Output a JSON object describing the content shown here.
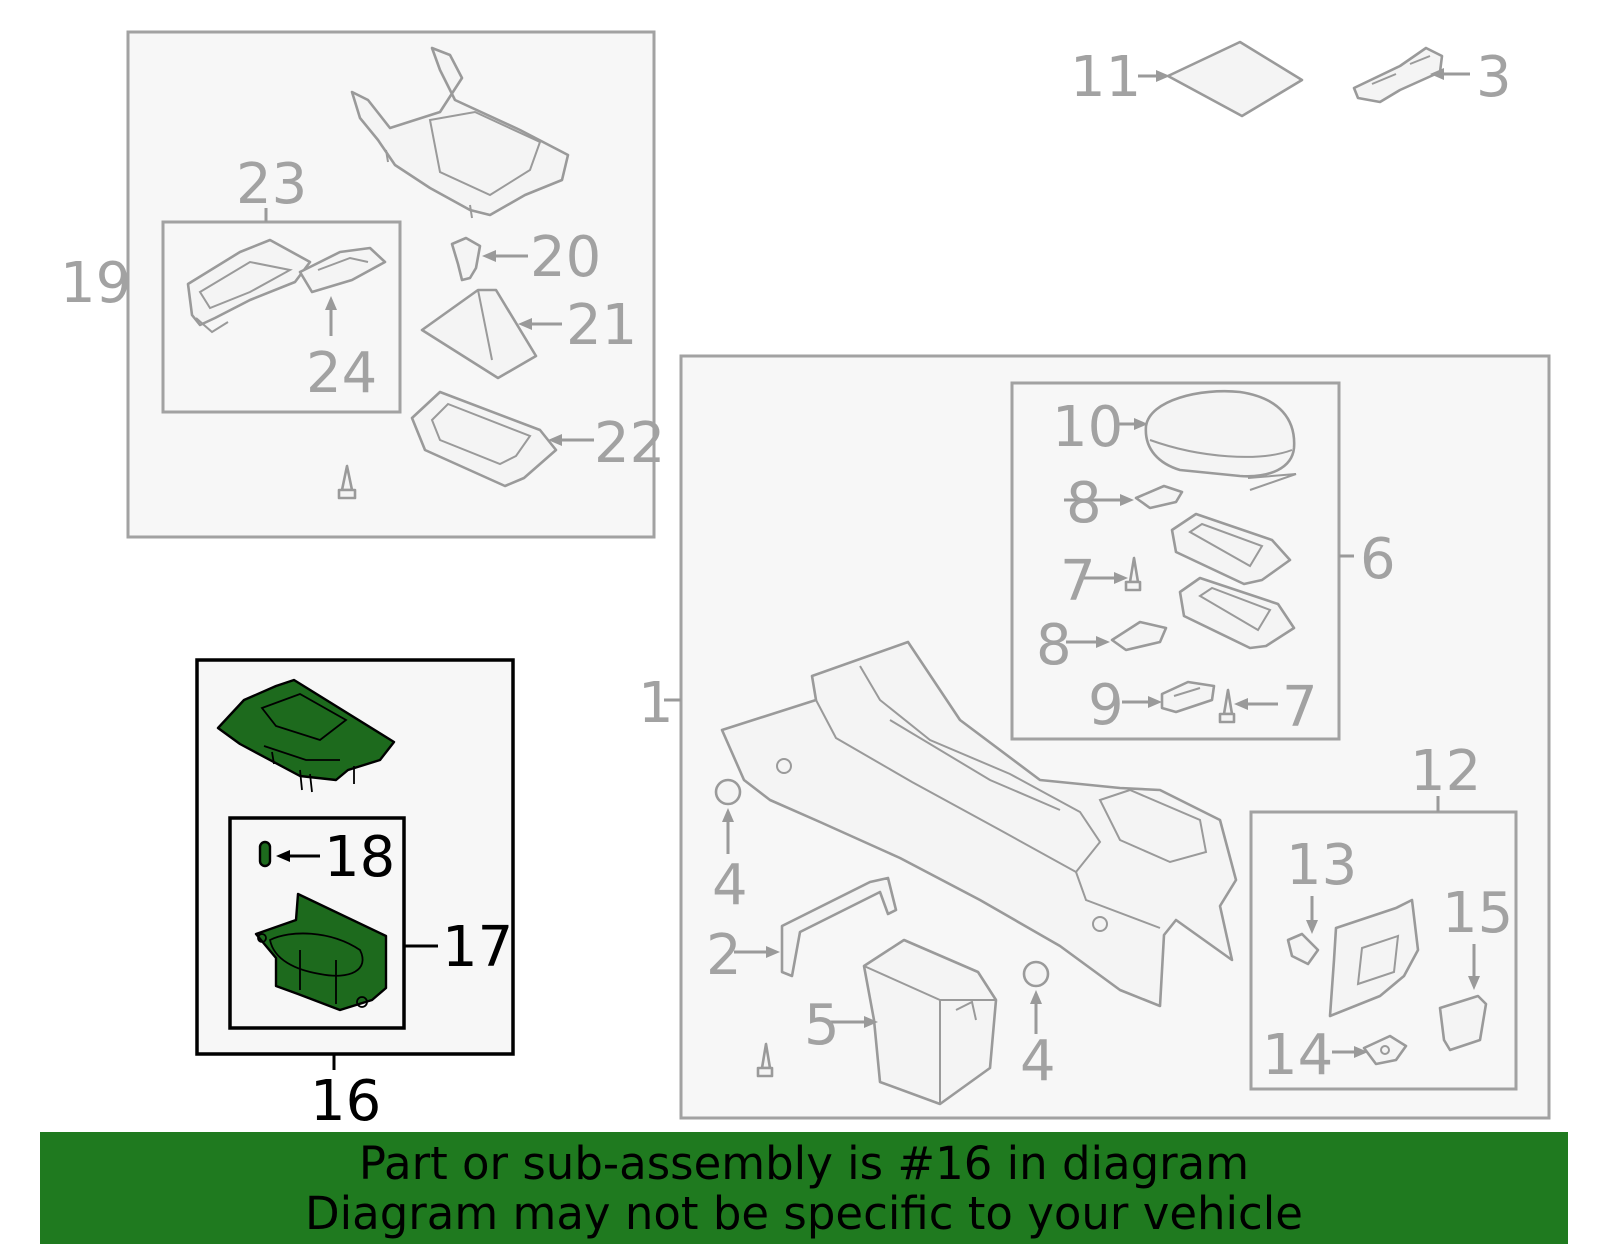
{
  "diagram": {
    "callouts": {
      "c1": "1",
      "c2": "2",
      "c3": "3",
      "c4a": "4",
      "c4b": "4",
      "c5": "5",
      "c6": "6",
      "c7a": "7",
      "c7b": "7",
      "c8a": "8",
      "c8b": "8",
      "c9": "9",
      "c10": "10",
      "c11": "11",
      "c12": "12",
      "c13": "13",
      "c14": "14",
      "c15": "15",
      "c16": "16",
      "c17": "17",
      "c18": "18",
      "c19": "19",
      "c20": "20",
      "c21": "21",
      "c22": "22",
      "c23": "23",
      "c24": "24"
    },
    "highlighted_part": "16",
    "colors": {
      "highlight": "#1d6a1d",
      "banner": "#1f7a1f",
      "line_gray": "#a2a2a2"
    }
  },
  "banner": {
    "line1": "Part or sub-assembly is #16 in diagram",
    "line2": "Diagram may not be specific to your vehicle"
  }
}
